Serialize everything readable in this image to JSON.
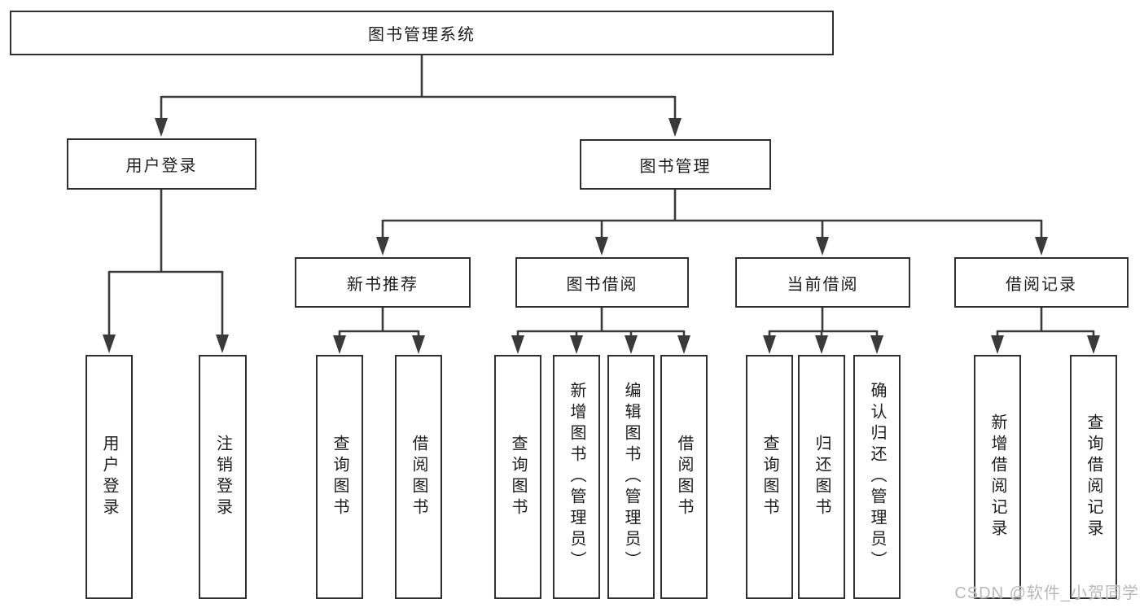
{
  "root": {
    "label": "图书管理系统"
  },
  "branches": [
    {
      "label": "用户登录",
      "children": [
        {
          "label": "用户登录"
        },
        {
          "label": "注销登录"
        }
      ]
    },
    {
      "label": "图书管理",
      "children": [
        {
          "label": "新书推荐",
          "children": [
            {
              "label": "查询图书"
            },
            {
              "label": "借阅图书"
            }
          ]
        },
        {
          "label": "图书借阅",
          "children": [
            {
              "label": "查询图书"
            },
            {
              "label": "新增图书（管理员）"
            },
            {
              "label": "编辑图书（管理员）"
            },
            {
              "label": "借阅图书"
            }
          ]
        },
        {
          "label": "当前借阅",
          "children": [
            {
              "label": "查询图书"
            },
            {
              "label": "归还图书"
            },
            {
              "label": "确认归还（管理员）"
            }
          ]
        },
        {
          "label": "借阅记录",
          "children": [
            {
              "label": "新增借阅记录"
            },
            {
              "label": "查询借阅记录"
            }
          ]
        }
      ]
    }
  ],
  "watermark": "CSDN @软件_小贺同学",
  "colors": {
    "line": "#3a3a3a",
    "box_border": "#2f2f2f",
    "text": "#1d1d1d",
    "watermark": "#b9b9b9",
    "background": "#ffffff"
  }
}
